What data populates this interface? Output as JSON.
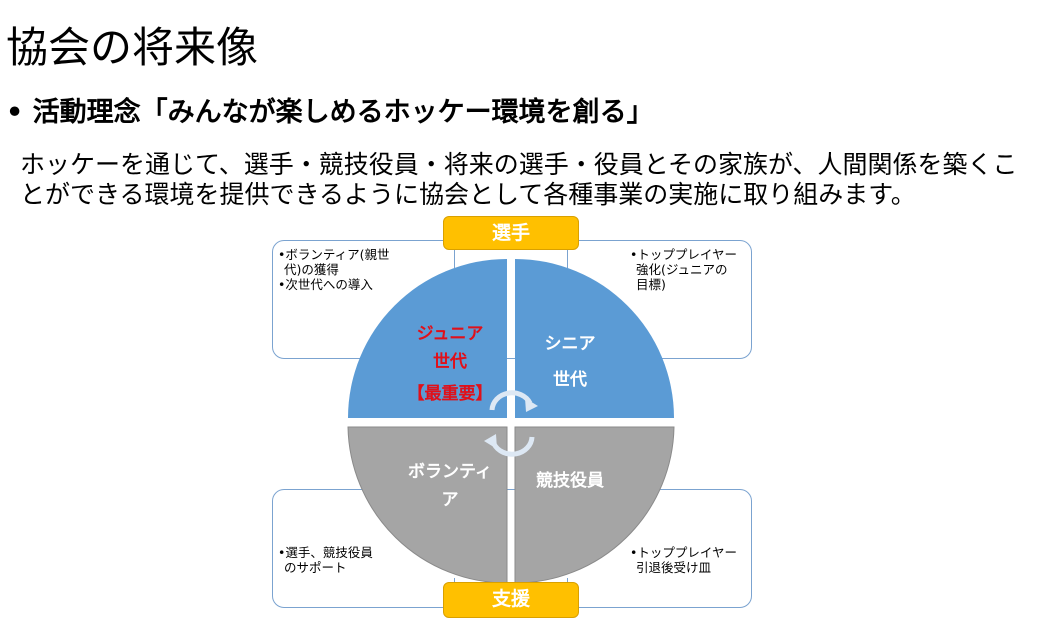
{
  "title": "協会の将来像",
  "principle": "• 活動理念「みんなが楽しめるホッケー環境を創る」",
  "description": "ホッケーを通じて、選手・競技役員・将来の選手・役員とその家族が、人間関係を築くことができる環境を提供できるように協会として各種事業の実施に取り組みます。",
  "diagram": {
    "top_label": "選手",
    "bottom_label": "支援",
    "segments": {
      "junior": [
        "ジュニア",
        "世代",
        "【最重要】"
      ],
      "senior": [
        "シニア",
        "世代"
      ],
      "volunteer": [
        "ボランティ",
        "ア"
      ],
      "officials": "競技役員"
    },
    "notes": {
      "top_left": [
        "•ボランティア(親世",
        "代)の獲得",
        "•次世代への導入"
      ],
      "top_right": [
        "•トッププレイヤー",
        "強化(ジュニアの",
        "目標)"
      ],
      "bottom_left": [
        "•選手、競技役員",
        "のサポート"
      ],
      "bottom_right": [
        "•トッププレイヤー",
        "引退後受け皿"
      ]
    },
    "colors": {
      "blue": "#5b9bd5",
      "gray": "#a5a5a5",
      "accent": "#ffc000",
      "red": "#e0101a"
    }
  }
}
